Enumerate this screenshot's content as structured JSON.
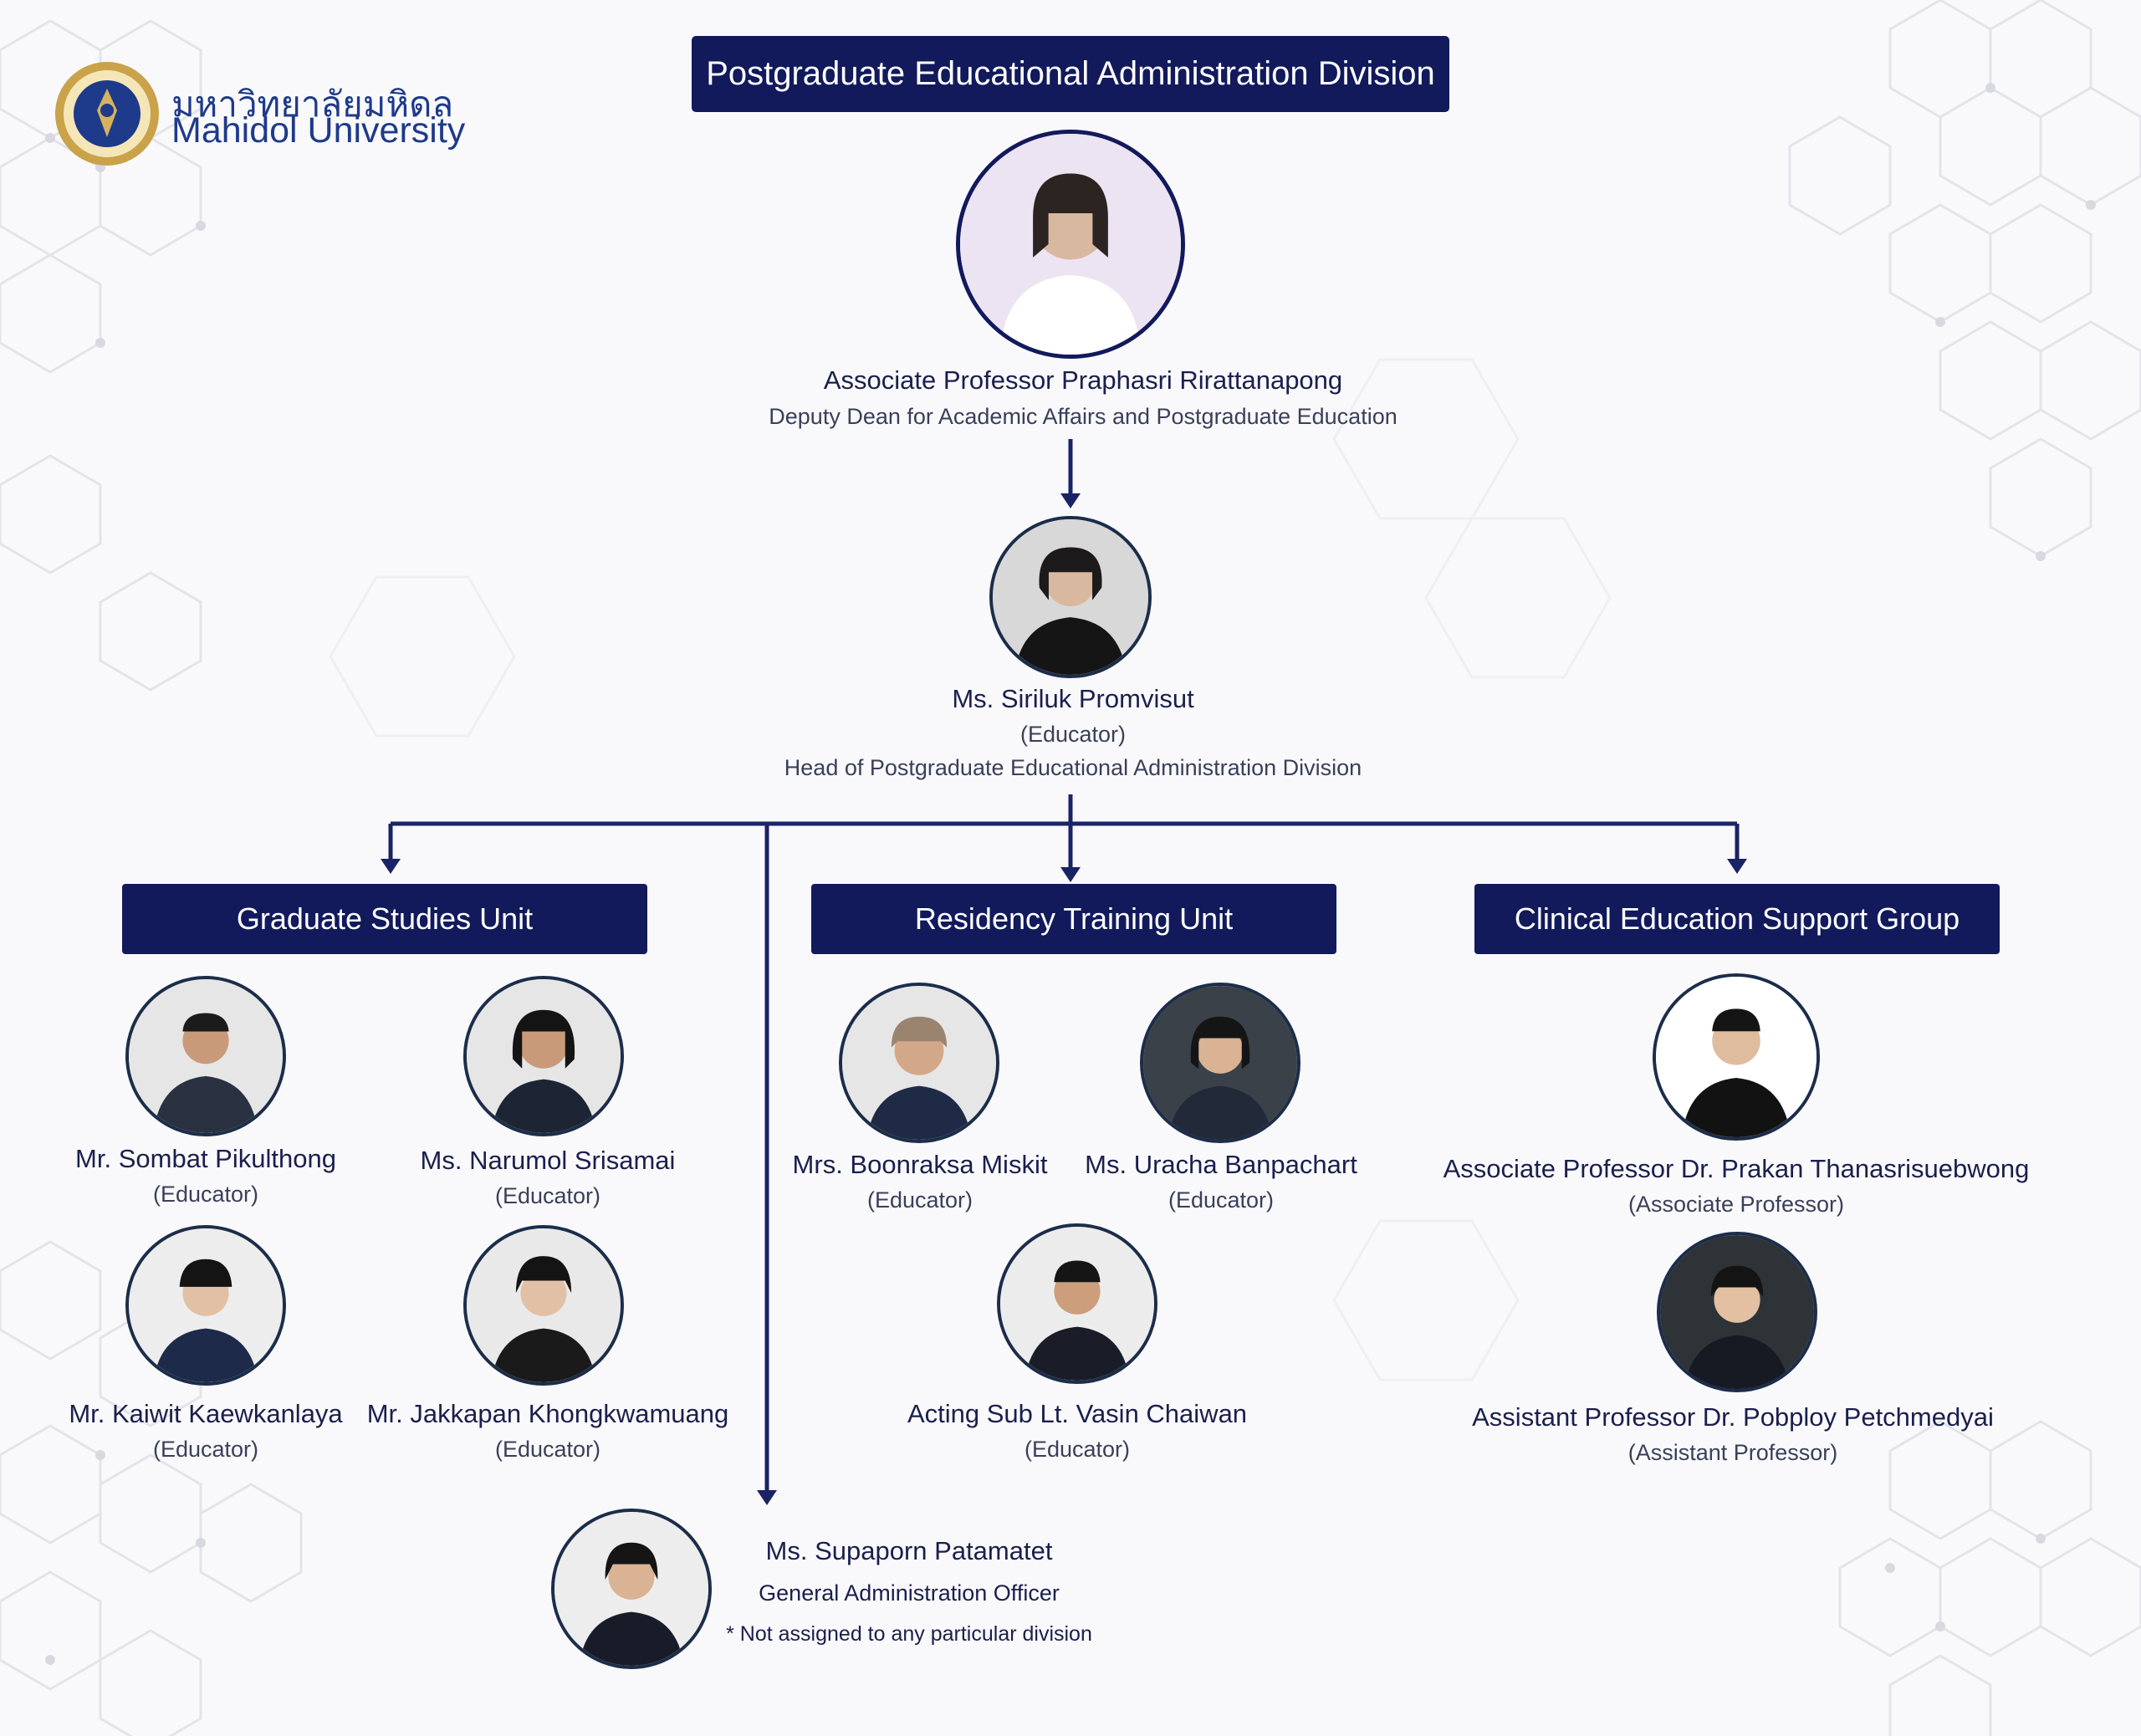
{
  "logo": {
    "thai": "มหาวิทยาลัยมหิดล",
    "english": "Mahidol University"
  },
  "header": {
    "title": "Postgraduate Educational Administration Division"
  },
  "deputy": {
    "name": "Associate Professor Praphasri Rirattanapong",
    "title": "Deputy Dean for Academic Affairs and Postgraduate Education"
  },
  "head": {
    "name": "Ms. Siriluk Promvisut",
    "role": "(Educator)",
    "title": "Head of Postgraduate Educational Administration Division"
  },
  "units": {
    "graduate": {
      "label": "Graduate Studies Unit",
      "members": [
        {
          "name": "Mr. Sombat Pikulthong",
          "role": "(Educator)"
        },
        {
          "name": "Ms. Narumol Srisamai",
          "role": "(Educator)"
        },
        {
          "name": "Mr. Kaiwit Kaewkanlaya",
          "role": "(Educator)"
        },
        {
          "name": "Mr. Jakkapan Khongkwamuang",
          "role": "(Educator)"
        }
      ]
    },
    "residency": {
      "label": "Residency Training Unit",
      "members": [
        {
          "name": "Mrs. Boonraksa Miskit",
          "role": "(Educator)"
        },
        {
          "name": "Ms. Uracha Banpachart",
          "role": "(Educator)"
        },
        {
          "name": "Acting Sub Lt. Vasin Chaiwan",
          "role": "(Educator)"
        }
      ]
    },
    "clinical": {
      "label": "Clinical Education Support Group",
      "members": [
        {
          "name": "Associate Professor Dr. Prakan Thanasrisuebwong",
          "role": "(Associate Professor)"
        },
        {
          "name": "Assistant Professor Dr. Pobploy Petchmedyai",
          "role": "(Assistant Professor)"
        }
      ]
    }
  },
  "officer": {
    "name": "Ms. Supaporn Patamatet",
    "title": "General Administration Officer",
    "note": "* Not assigned to any particular division"
  },
  "colors": {
    "navy": "#121a5c",
    "line": "#1a2366",
    "avatar_ring": "#1c2d4a"
  }
}
